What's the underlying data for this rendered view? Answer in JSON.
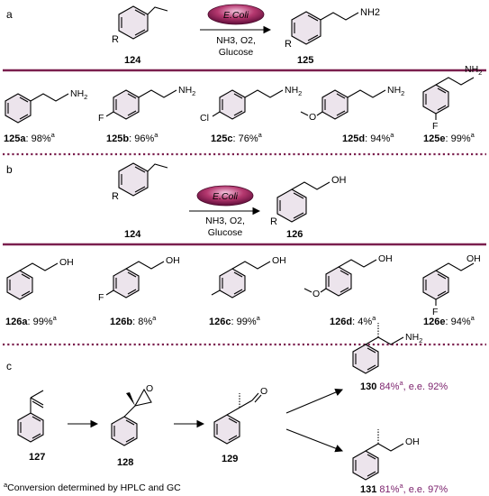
{
  "colors": {
    "accent": "#7a1f4e",
    "ring_fill": "#ece4ec",
    "value_purple": "#7a1f6b"
  },
  "panel_a": {
    "label": "a",
    "reactant": {
      "label": "124",
      "substituent": "R"
    },
    "enzyme": "E.Coli",
    "conditions_line1": "NH3, O2,",
    "conditions_line2": "Glucose",
    "product": {
      "label": "125",
      "substituent": "R",
      "group": "NH2"
    },
    "products": [
      {
        "id": "125a",
        "yield": "98%",
        "sub": ""
      },
      {
        "id": "125b",
        "yield": "96%",
        "sub": "F"
      },
      {
        "id": "125c",
        "yield": "76%",
        "sub": "Cl"
      },
      {
        "id": "125d",
        "yield": "94%",
        "sub": "OMe"
      },
      {
        "id": "125e",
        "yield": "99%",
        "sub": "F"
      }
    ]
  },
  "panel_b": {
    "label": "b",
    "reactant": {
      "label": "124",
      "substituent": "R"
    },
    "enzyme": "E.Coli",
    "conditions_line1": "NH3, O2,",
    "conditions_line2": "Glucose",
    "product": {
      "label": "126",
      "substituent": "R",
      "group": "OH"
    },
    "products": [
      {
        "id": "126a",
        "yield": "99%",
        "sub": ""
      },
      {
        "id": "126b",
        "yield": "8%",
        "sub": "F"
      },
      {
        "id": "126c",
        "yield": "99%",
        "sub": "Me"
      },
      {
        "id": "126d",
        "yield": "4%",
        "sub": "OMe"
      },
      {
        "id": "126e",
        "yield": "94%",
        "sub": "F"
      }
    ]
  },
  "panel_c": {
    "label": "c",
    "compounds": [
      "127",
      "128",
      "129"
    ],
    "product_amine": {
      "id": "130",
      "yield": "84%",
      "ee": "e.e. 92%",
      "group": "NH2"
    },
    "product_alcohol": {
      "id": "131",
      "yield": "81%",
      "ee": "e.e. 97%",
      "group": "OH"
    }
  },
  "superscript": "a",
  "footnote": "Conversion determined by HPLC and GC"
}
